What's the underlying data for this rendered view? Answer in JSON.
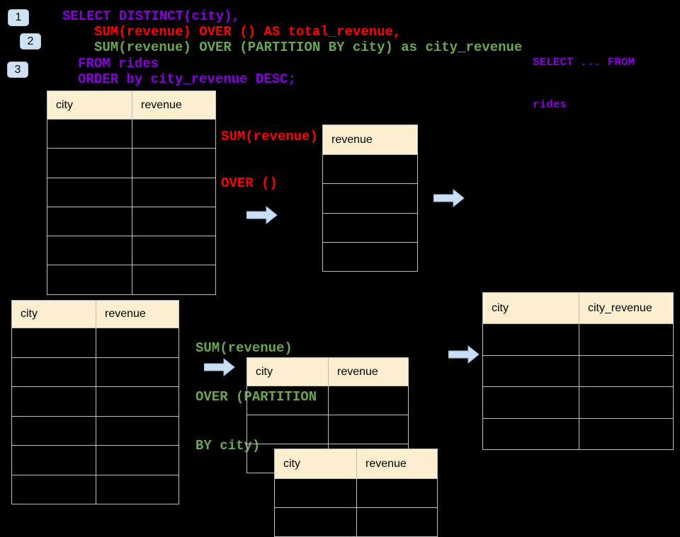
{
  "colors": {
    "background": "#000000",
    "code_purple": "#8800E0",
    "code_red": "#FE0000",
    "code_green": "#6AA84F",
    "table_header_fill": "#FBEFD0",
    "table_border": "#BDBDBD",
    "arrow_fill": "#CBDFF4",
    "badge_fill": "#CFE2F3"
  },
  "badges": [
    {
      "label": "1"
    },
    {
      "label": "2"
    },
    {
      "label": "3"
    }
  ],
  "sql": {
    "lines": [
      {
        "text": "SELECT DISTINCT(city),",
        "color": "purple"
      },
      {
        "text": "SUM(revenue) OVER () AS total_revenue,",
        "color": "red"
      },
      {
        "text": "SUM(revenue) OVER (PARTITION BY city) as city_revenue",
        "color": "green"
      },
      {
        "text": "FROM rides",
        "color": "purple"
      },
      {
        "text": "ORDER by city_revenue DESC;",
        "color": "purple"
      }
    ]
  },
  "side_note": {
    "lines": [
      "SELECT ... FROM",
      "rides"
    ]
  },
  "annotations": {
    "total_window": {
      "lines": [
        "SUM(revenue)",
        "OVER ()"
      ]
    },
    "partition_window": {
      "lines": [
        "SUM(revenue)",
        "OVER (PARTITION",
        "BY city)"
      ]
    }
  },
  "tables": {
    "source_top": {
      "columns": [
        "city",
        "revenue"
      ]
    },
    "total_result": {
      "columns": [
        "revenue"
      ]
    },
    "source_bottom": {
      "columns": [
        "city",
        "revenue"
      ]
    },
    "partition_step": {
      "columns": [
        "city",
        "revenue"
      ]
    },
    "partition_overlap": {
      "columns": [
        "city",
        "revenue"
      ]
    },
    "final_result": {
      "columns": [
        "city",
        "city_revenue"
      ]
    }
  }
}
